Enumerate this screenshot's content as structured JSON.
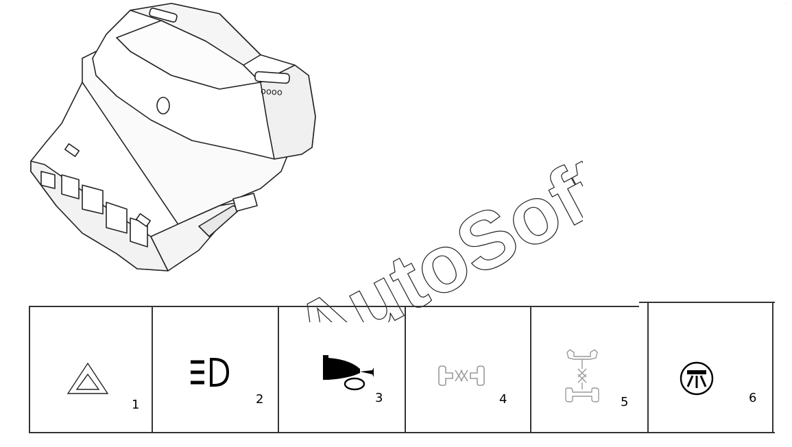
{
  "watermark": {
    "text": "AutoSoft"
  },
  "illustration": {
    "label": "oooo"
  },
  "symbols": [
    {
      "number": "1",
      "icon": "hazard-warning-icon"
    },
    {
      "number": "2",
      "icon": "low-beam-headlight-icon"
    },
    {
      "number": "3",
      "icon": "horn-icon"
    },
    {
      "number": "4",
      "icon": "axle-differential-lock-icon"
    },
    {
      "number": "5",
      "icon": "inter-axle-differential-lock-icon"
    },
    {
      "number": "6",
      "icon": "cab-interior-light-icon"
    }
  ],
  "colors": {
    "line": "#333333",
    "fill": "#000000",
    "light": "#bbbbbb"
  }
}
